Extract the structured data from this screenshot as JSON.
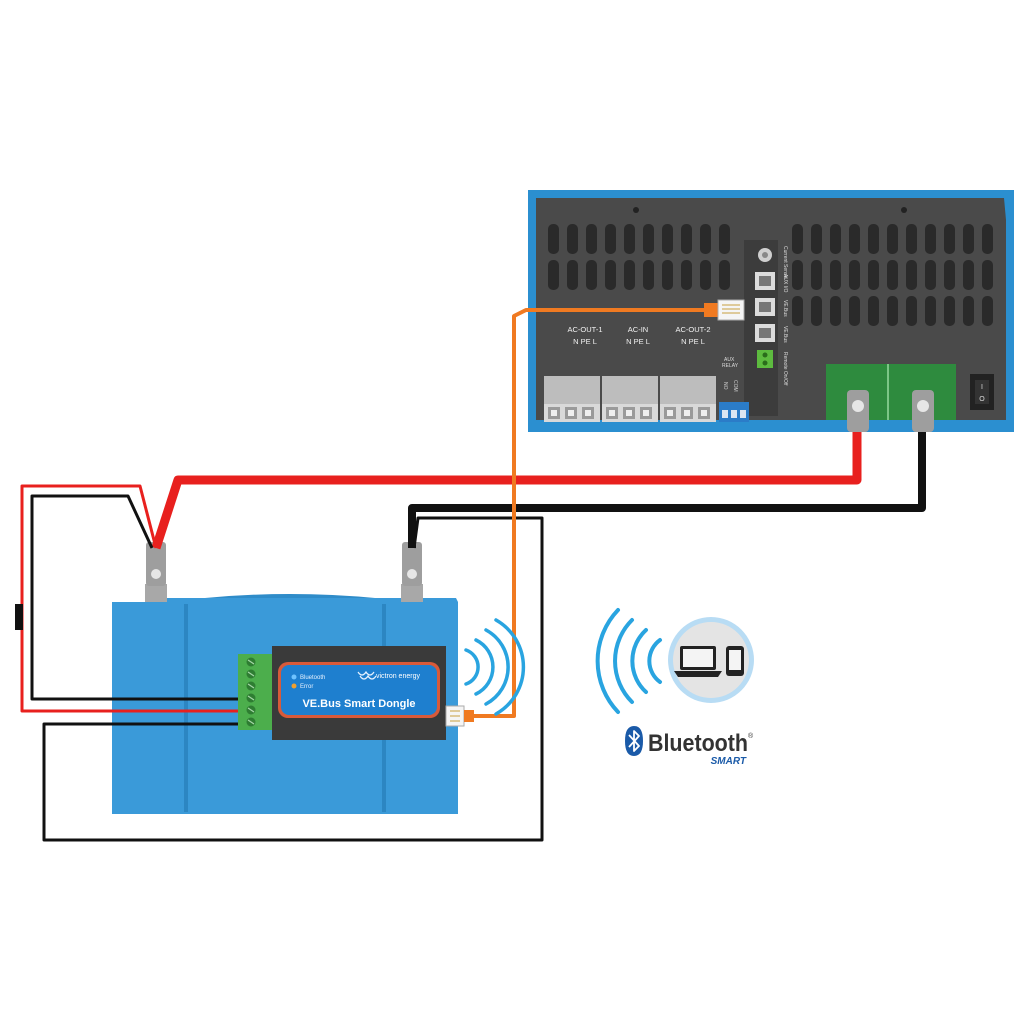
{
  "inverter": {
    "ports": {
      "current_sense": "Current Sense",
      "aux_io": "AUX I/O",
      "vebus_1": "VE.Bus",
      "vebus_2": "VE.Bus",
      "remote": "Remote On/Off",
      "aux_relay_line1": "AUX",
      "aux_relay_line2": "RELAY"
    },
    "terminal_groups": [
      {
        "name": "AC-OUT-1",
        "sub": "N   PE   L"
      },
      {
        "name": "AC-IN",
        "sub": "N   PE   L"
      },
      {
        "name": "AC-OUT-2",
        "sub": "N   PE   L"
      }
    ],
    "relay_contacts": [
      "NO",
      "COM"
    ]
  },
  "dongle": {
    "title": "VE.Bus Smart Dongle",
    "brand": "victron energy",
    "led_bluetooth": "Bluetooth",
    "led_error": "Error"
  },
  "bluetooth": {
    "logo_text": "Bluetooth",
    "trademark": "®",
    "smart": "SMART"
  },
  "colors": {
    "inverter_frame": "#2b8fd0",
    "inverter_body": "#444444",
    "battery": "#3a9ad9",
    "positive_cable": "#e8201e",
    "negative_cable": "#111111",
    "data_cable": "#f07a21",
    "terminal_green": "#2e8b3e",
    "wifi_blue": "#29a4e0",
    "bluetooth_blue": "#1a5aa8"
  },
  "icons": [
    "wifi-signal-icon",
    "laptop-icon",
    "phone-icon",
    "bluetooth-rune-icon"
  ]
}
